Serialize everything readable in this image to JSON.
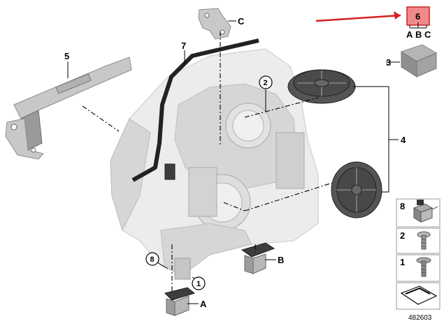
{
  "diagram": {
    "highlight_part": {
      "number": "6",
      "variants": [
        "A",
        "B",
        "C"
      ],
      "fill": "#f08a8a",
      "stroke": "#cc2222"
    },
    "arrow_color": "#d42020",
    "part_labels": {
      "p1": "1",
      "p2": "2",
      "p3": "3",
      "p4": "4",
      "p5": "5",
      "p7": "7",
      "p8": "8",
      "bracket_a": "A",
      "bracket_b": "B",
      "bracket_c": "C"
    },
    "side_panel": {
      "cells": [
        {
          "label": "8",
          "icon": "connector-icon"
        },
        {
          "label": "2",
          "icon": "screw-icon"
        },
        {
          "label": "1",
          "icon": "bolt-icon"
        },
        {
          "label": "",
          "icon": "catalog-arrow-icon"
        }
      ]
    },
    "diagram_number": "482603"
  }
}
